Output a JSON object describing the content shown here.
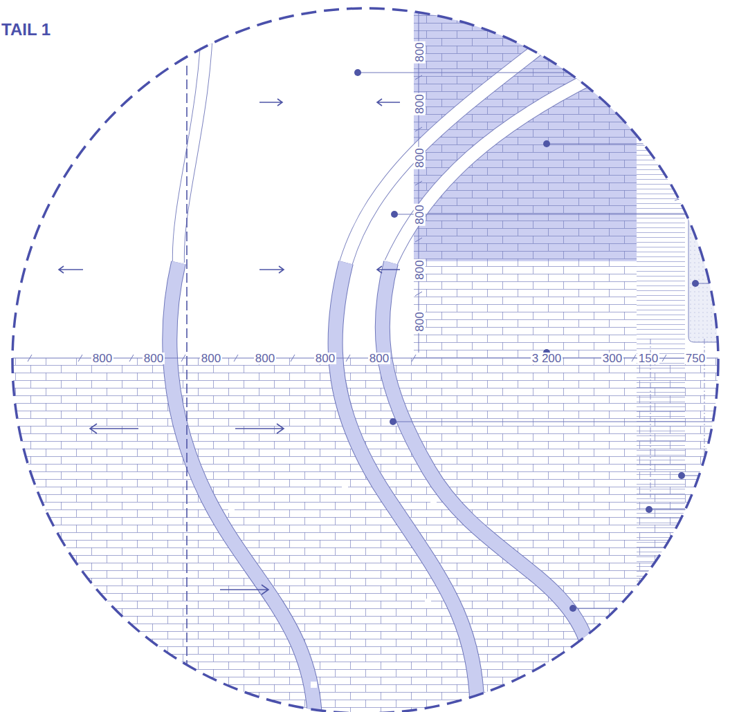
{
  "diagram": {
    "title": "TAIL 1",
    "labels": [
      "800",
      "800",
      "800",
      "800",
      "800",
      "800",
      "800",
      "800",
      "800",
      "800",
      "800",
      "800",
      "3 200",
      "300",
      "150",
      "750"
    ]
  }
}
